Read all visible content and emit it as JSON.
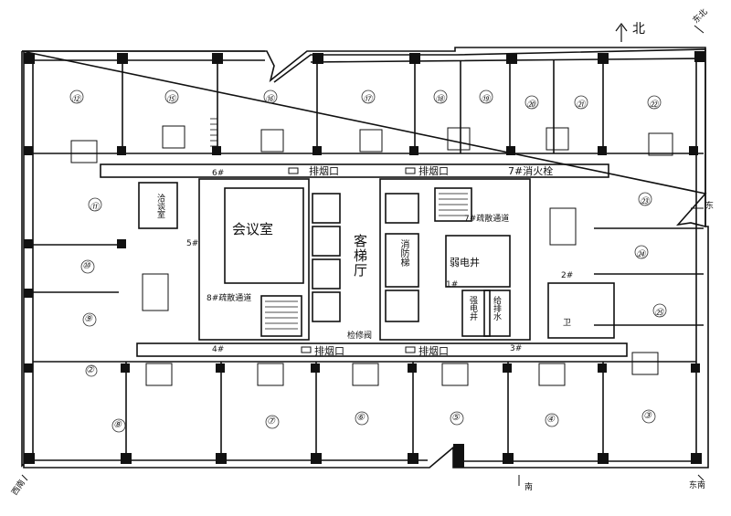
{
  "compass": {
    "north": "北",
    "east_north": "东北",
    "east": "东",
    "south": "南",
    "west_south": "西南",
    "east_south": "东南"
  },
  "core": {
    "guest_elevator_hall": "客梯厅",
    "meeting_room": "会议室",
    "washroom": "洽谈室",
    "fire_elevator": "消防梯",
    "weak_current_shaft": "弱电井",
    "strong_current_shaft": "强电井",
    "water_shaft": "给排水",
    "aux_room": "卫"
  },
  "corridor_labels": {
    "exhaust_1": "排烟口",
    "exhaust_2": "排烟口",
    "exhaust_3": "排烟口",
    "exhaust_4": "排烟口",
    "fire_hydrant": "7#消火栓",
    "evac_7": "7#疏散通道",
    "evac_8": "8#疏散通道",
    "maintenance": "检修阀",
    "s6": "6#",
    "s5": "5#",
    "s4": "4#",
    "s3": "3#",
    "s2": "2#",
    "s1": "1#"
  },
  "rooms_top": [
    "⑫",
    "⑮",
    "⑯",
    "⑰",
    "⑱",
    "⑲",
    "⑳",
    "㉑",
    "㉒"
  ],
  "rooms_left": [
    "⑪",
    "⑩",
    "⑨"
  ],
  "rooms_right": [
    "㉓",
    "㉔",
    "㉕"
  ],
  "rooms_bottom": [
    "⑧",
    "⑦",
    "⑥",
    "⑤",
    "④",
    "③",
    "②"
  ]
}
